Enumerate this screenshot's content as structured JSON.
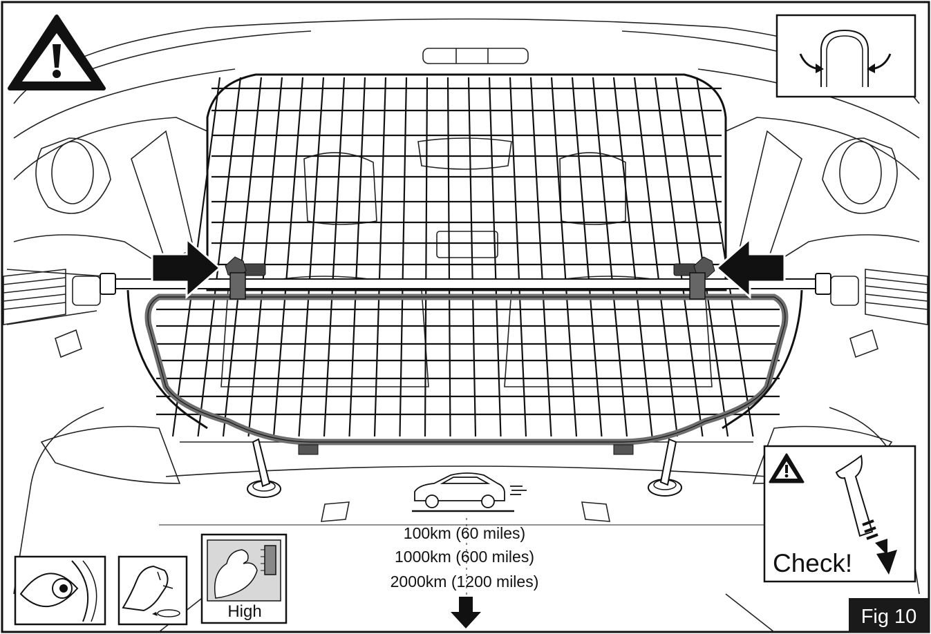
{
  "figure": {
    "label": "Fig 10"
  },
  "mileage": {
    "line1": "100km (60 miles)",
    "line2": "1000km (600 miles)",
    "line3": "2000km (1200 miles)"
  },
  "check_panel": {
    "label": "Check!"
  },
  "strength_panel": {
    "label": "High"
  },
  "icons": [
    "warning-icon",
    "headrest-rotate-icon",
    "eye-inspect-icon",
    "hand-tighten-icon",
    "muscle-strength-icon",
    "car-driving-icon",
    "down-arrow-icon",
    "check-pole-icon"
  ],
  "colors": {
    "ink": "#111111",
    "frame_gray": "#6f6f6f",
    "fig_badge": "#1a1a1a",
    "bicep_bg": "#d8d8d8"
  }
}
